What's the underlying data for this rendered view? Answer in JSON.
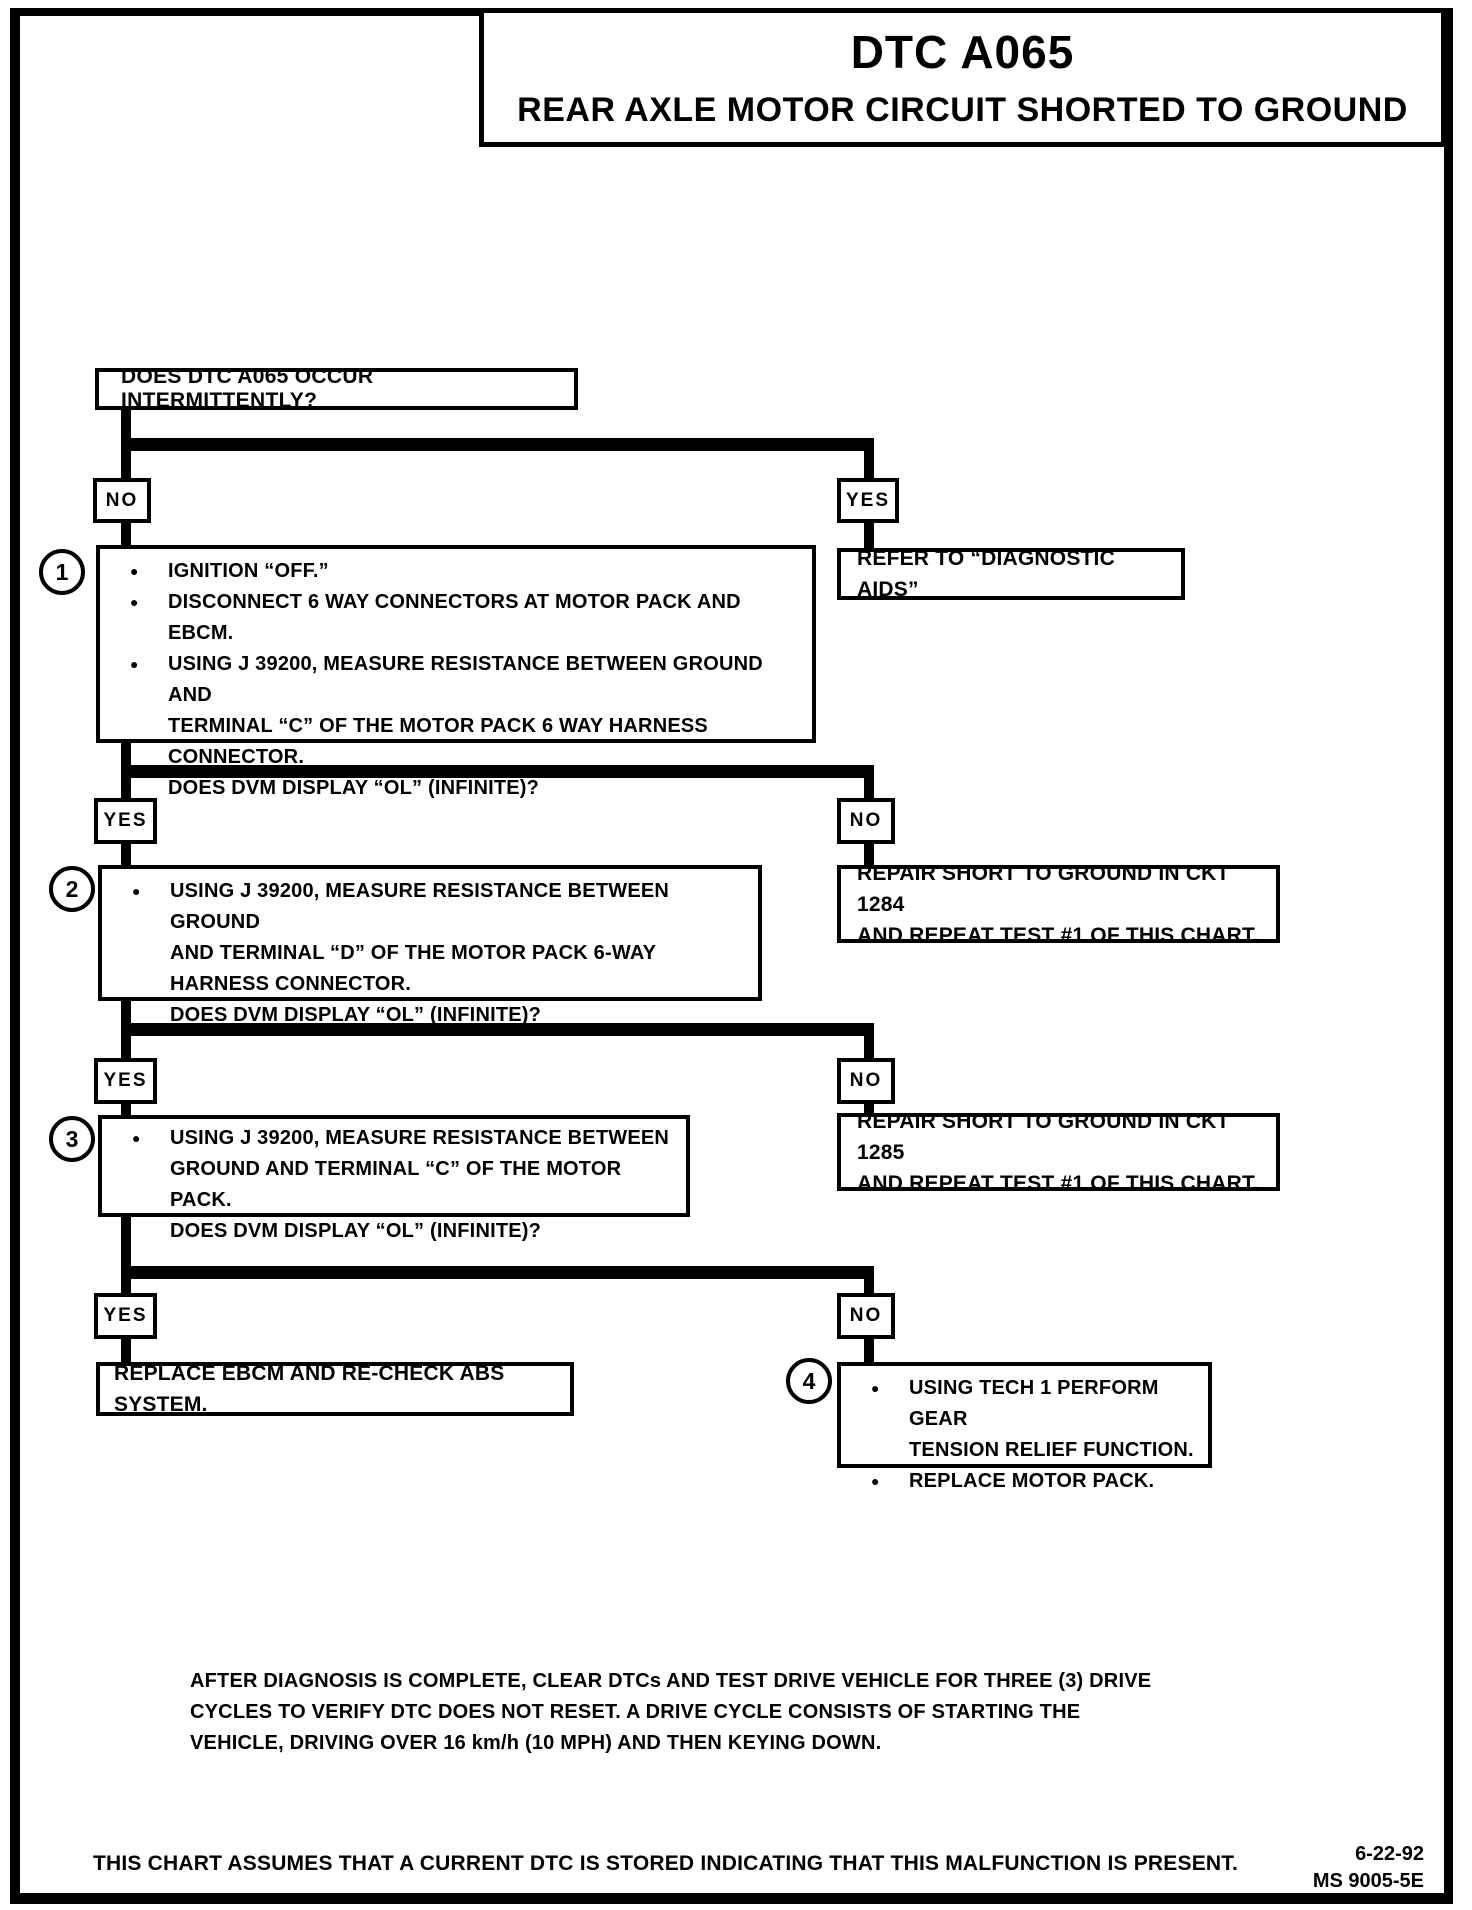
{
  "colors": {
    "ink": "#000000",
    "paper": "#ffffff"
  },
  "glyphs": {
    "bullet": "●"
  },
  "title": {
    "line1": "DTC A065",
    "line2": "REAR AXLE MOTOR CIRCUIT SHORTED TO GROUND"
  },
  "labels": {
    "yes": "YES",
    "no": "NO"
  },
  "flow": {
    "question": "DOES DTC A065 OCCUR INTERMITTENTLY?",
    "refer_aids": "REFER TO “DIAGNOSTIC AIDS”",
    "step1": {
      "number": "1",
      "bullet1": "IGNITION “OFF.”",
      "bullet2": "DISCONNECT 6 WAY CONNECTORS AT MOTOR PACK AND EBCM.",
      "bullet3": "USING J 39200, MEASURE RESISTANCE BETWEEN GROUND AND\nTERMINAL “C” OF THE MOTOR PACK 6 WAY HARNESS\nCONNECTOR.",
      "question": "DOES DVM DISPLAY “OL” (INFINITE)?"
    },
    "repair_1284": "REPAIR SHORT TO GROUND IN CKT 1284\nAND REPEAT TEST #1 OF THIS CHART.",
    "step2": {
      "number": "2",
      "bullet1": "USING J 39200, MEASURE RESISTANCE BETWEEN GROUND\nAND TERMINAL “D” OF THE MOTOR PACK 6-WAY\nHARNESS CONNECTOR.",
      "question": "DOES DVM DISPLAY “OL” (INFINITE)?"
    },
    "repair_1285": "REPAIR SHORT TO GROUND IN CKT 1285\nAND REPEAT TEST #1 OF THIS CHART.",
    "step3": {
      "number": "3",
      "bullet1": "USING J 39200, MEASURE RESISTANCE BETWEEN\nGROUND AND TERMINAL “C” OF THE MOTOR PACK.",
      "question": "DOES DVM DISPLAY “OL” (INFINITE)?"
    },
    "replace_ebcm": "REPLACE EBCM AND RE-CHECK ABS SYSTEM.",
    "step4": {
      "number": "4",
      "bullet1": "USING TECH 1 PERFORM GEAR\nTENSION RELIEF FUNCTION.",
      "bullet2": "REPLACE MOTOR PACK."
    }
  },
  "notes": {
    "after_diagnosis": "AFTER DIAGNOSIS IS COMPLETE, CLEAR DTCs AND TEST DRIVE VEHICLE FOR THREE (3) DRIVE\nCYCLES TO VERIFY DTC DOES NOT RESET.  A DRIVE CYCLE CONSISTS OF STARTING THE\nVEHICLE, DRIVING OVER 16 km/h (10 MPH) AND THEN KEYING DOWN.",
    "assumption": "THIS CHART ASSUMES THAT A CURRENT DTC IS STORED INDICATING THAT THIS MALFUNCTION IS PRESENT."
  },
  "footer": {
    "date": "6-22-92",
    "ref": "MS 9005-5E"
  }
}
